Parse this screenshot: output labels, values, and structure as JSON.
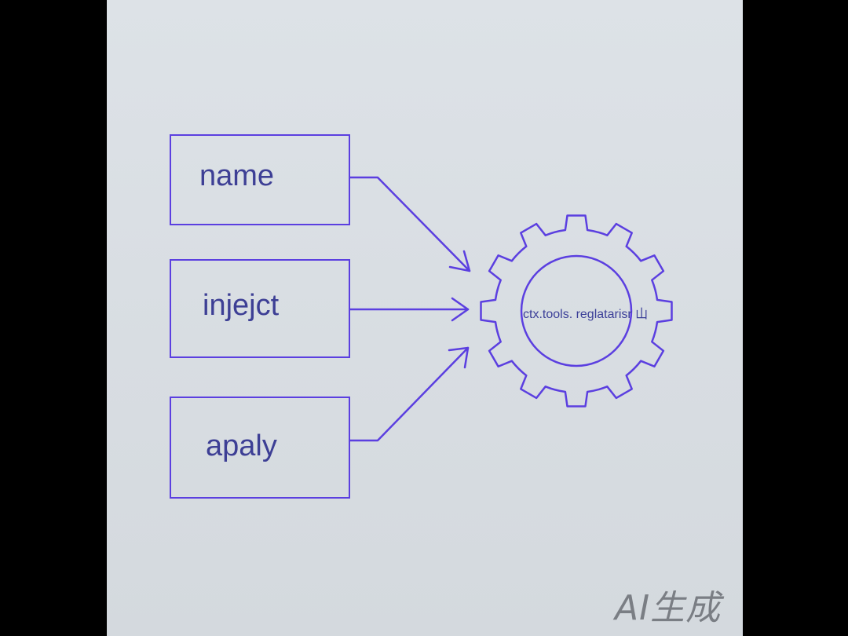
{
  "diagram": {
    "inputs": [
      {
        "id": "name",
        "label": "name"
      },
      {
        "id": "inject",
        "label": "injejct"
      },
      {
        "id": "apply",
        "label": "apaly"
      }
    ],
    "gear_label": "ctx.tools. reglatarisr  山",
    "watermark": "AI生成"
  },
  "colors": {
    "line": "#5b3fe0",
    "text": "#3d3f95",
    "background": "#dde2e7",
    "watermark": "#7a7e84"
  },
  "icons": {
    "gear": "gear-icon"
  }
}
